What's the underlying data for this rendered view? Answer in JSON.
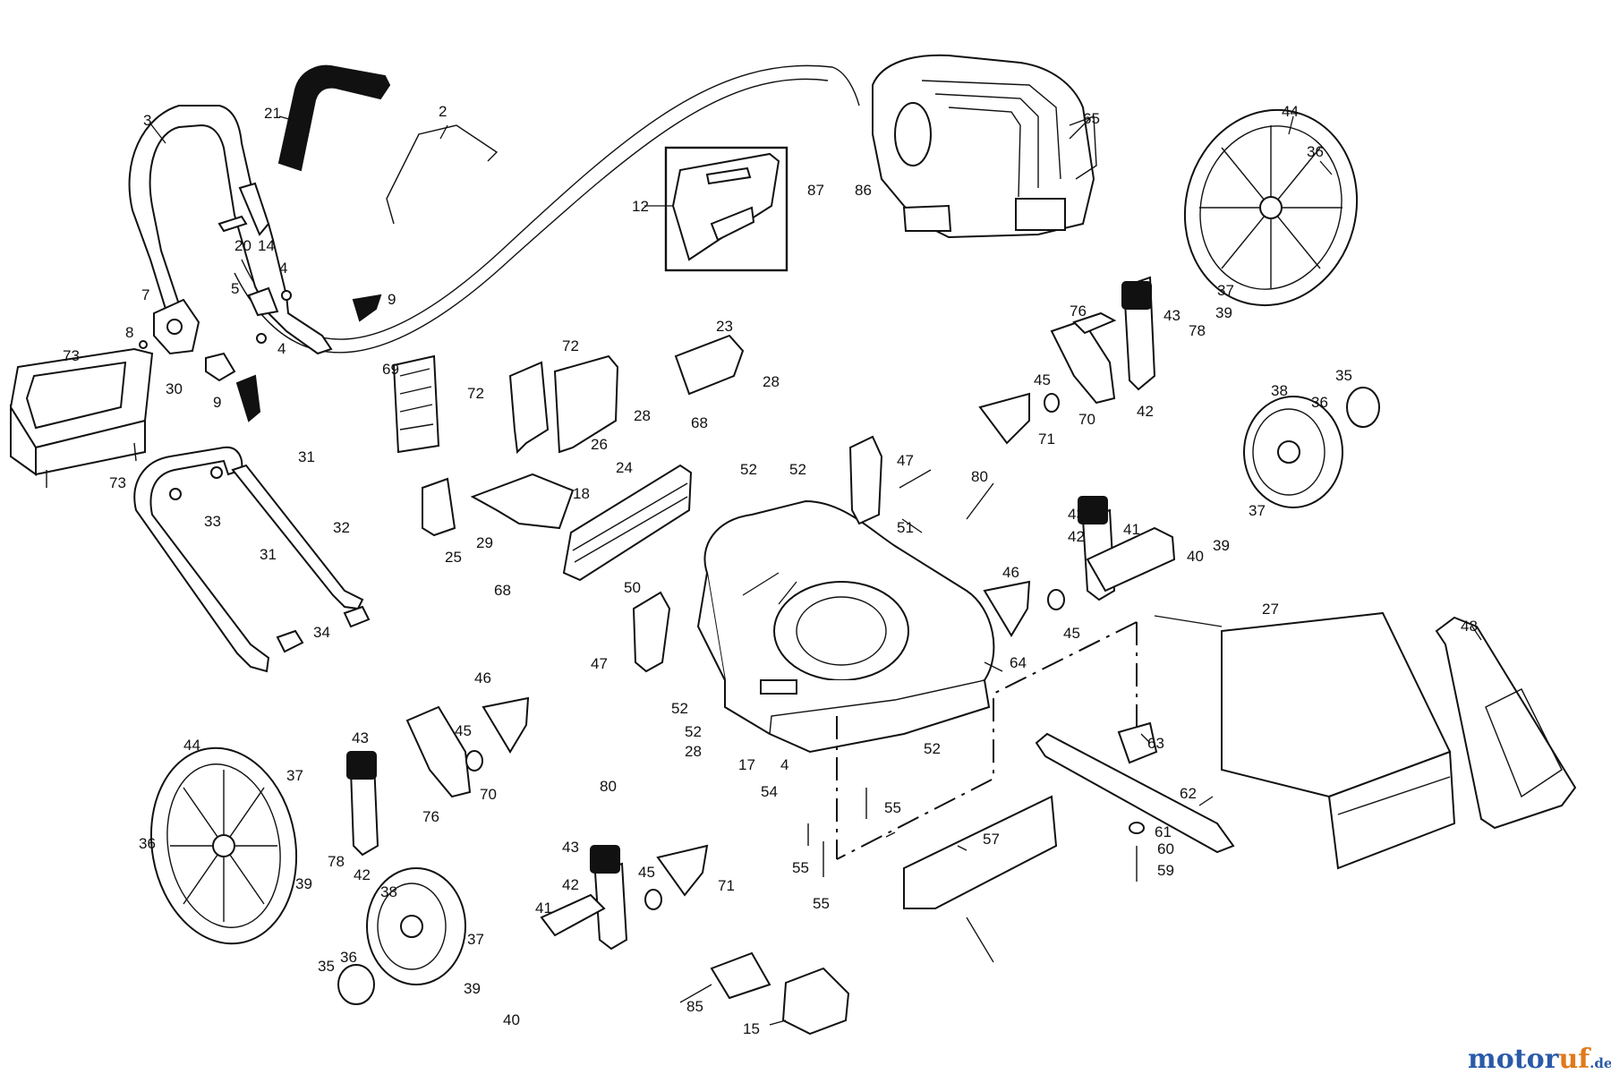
{
  "watermark": {
    "brand_a": "motor",
    "brand_b": "uf",
    "brand_c": ".de"
  },
  "callouts": {
    "c2": "2",
    "c3": "3",
    "c4a": "4",
    "c4b": "4",
    "c4c": "4",
    "c5": "5",
    "c7": "7",
    "c8": "8",
    "c9a": "9",
    "c9b": "9",
    "c12": "12",
    "c14": "14",
    "c15": "15",
    "c17": "17",
    "c18": "18",
    "c20": "20",
    "c21": "21",
    "c23": "23",
    "c24": "24",
    "c25": "25",
    "c26": "26",
    "c27": "27",
    "c28a": "28",
    "c28b": "28",
    "c28c": "28",
    "c29": "29",
    "c30": "30",
    "c31a": "31",
    "c31b": "31",
    "c32": "32",
    "c33": "33",
    "c34": "34",
    "c35a": "35",
    "c35b": "35",
    "c36a": "36",
    "c36b": "36",
    "c36c": "36",
    "c36d": "36",
    "c37a": "37",
    "c37b": "37",
    "c37c": "37",
    "c37d": "37",
    "c38a": "38",
    "c38b": "38",
    "c39a": "39",
    "c39b": "39",
    "c39c": "39",
    "c39d": "39",
    "c40a": "40",
    "c40b": "40",
    "c41a": "41",
    "c41b": "41",
    "c42a": "42",
    "c42b": "42",
    "c42c": "42",
    "c42d": "42",
    "c43a": "43",
    "c43b": "43",
    "c43c": "43",
    "c43d": "43",
    "c44a": "44",
    "c44b": "44",
    "c45a": "45",
    "c45b": "45",
    "c45c": "45",
    "c45d": "45",
    "c46a": "46",
    "c46b": "46",
    "c47a": "47",
    "c47b": "47",
    "c48": "48",
    "c50": "50",
    "c51": "51",
    "c52a": "52",
    "c52b": "52",
    "c52c": "52",
    "c52d": "52",
    "c52e": "52",
    "c54": "54",
    "c55a": "55",
    "c55b": "55",
    "c55c": "55",
    "c57": "57",
    "c59": "59",
    "c60": "60",
    "c61": "61",
    "c62": "62",
    "c63": "63",
    "c64": "64",
    "c65": "65",
    "c68a": "68",
    "c68b": "68",
    "c69": "69",
    "c70a": "70",
    "c70b": "70",
    "c71a": "71",
    "c71b": "71",
    "c72a": "72",
    "c72b": "72",
    "c73a": "73",
    "c73b": "73",
    "c76a": "76",
    "c76b": "76",
    "c78a": "78",
    "c78b": "78",
    "c80a": "80",
    "c80b": "80",
    "c85": "85",
    "c86": "86",
    "c87": "87"
  },
  "icons": {
    "engine": "engine-icon",
    "deck": "mower-deck-icon",
    "wheel": "wheel-icon",
    "grass-bag": "grass-catcher-bag-icon",
    "blade": "blade-icon",
    "handle": "handle-icon"
  },
  "colors": {
    "line": "#111111",
    "background": "#ffffff",
    "watermark_blue": "#2a5aa8",
    "watermark_orange": "#e07a1a"
  }
}
